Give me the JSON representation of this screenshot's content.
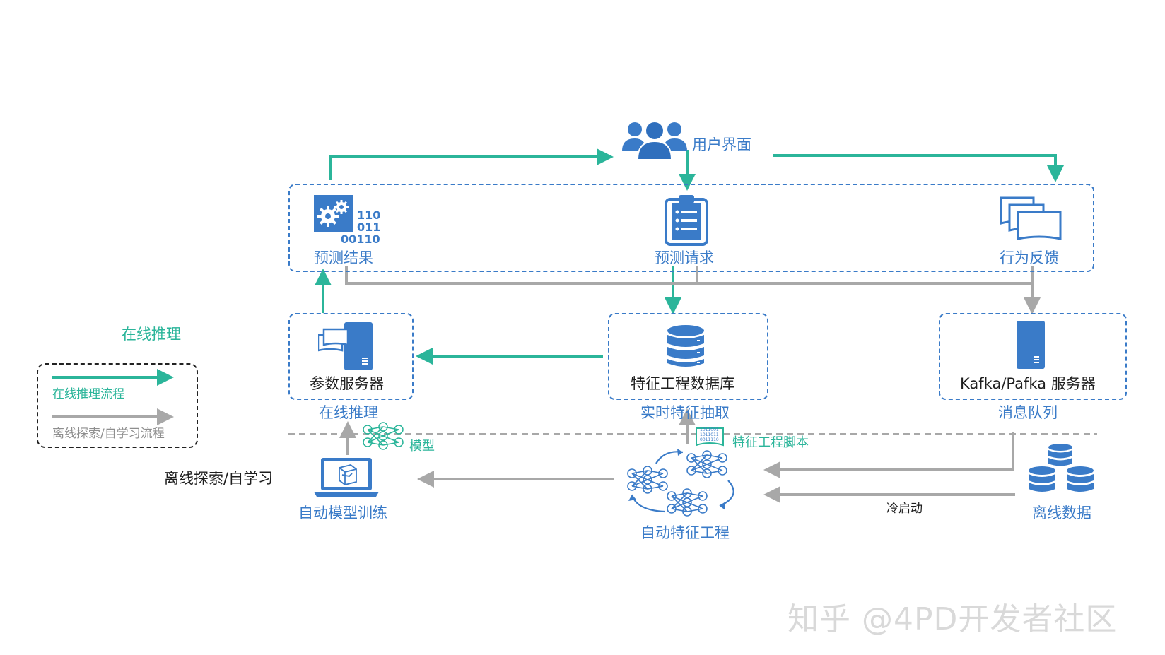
{
  "user_interface": "用户界面",
  "prediction_result": "预测结果",
  "binary_code": [
    "110",
    "011",
    "00110"
  ],
  "prediction_request": "预测请求",
  "behavior_feedback": "行为反馈",
  "param_server": "参数服务器",
  "online_inference": "在线推理",
  "feature_db": "特征工程数据库",
  "realtime_feature": "实时特征抽取",
  "kafka_server": "Kafka/Pafka 服务器",
  "message_queue": "消息队列",
  "legend": {
    "title": "在线推理",
    "online_flow": "在线推理流程",
    "offline_flow": "离线探索/自学习流程"
  },
  "offline_section": "离线探索/自学习",
  "model": "模型",
  "feature_script": "特征工程脚本",
  "script_bits": [
    "1011001",
    "1011011",
    "0011110"
  ],
  "auto_training": "自动模型训练",
  "auto_feature": "自动特征工程",
  "offline_data": "离线数据",
  "cold_start": "冷启动",
  "watermark": "知乎 @4PD开发者社区",
  "colors": {
    "online": "#2bb59a",
    "offline": "#a8a8a8",
    "node": "#3a7bc8"
  }
}
